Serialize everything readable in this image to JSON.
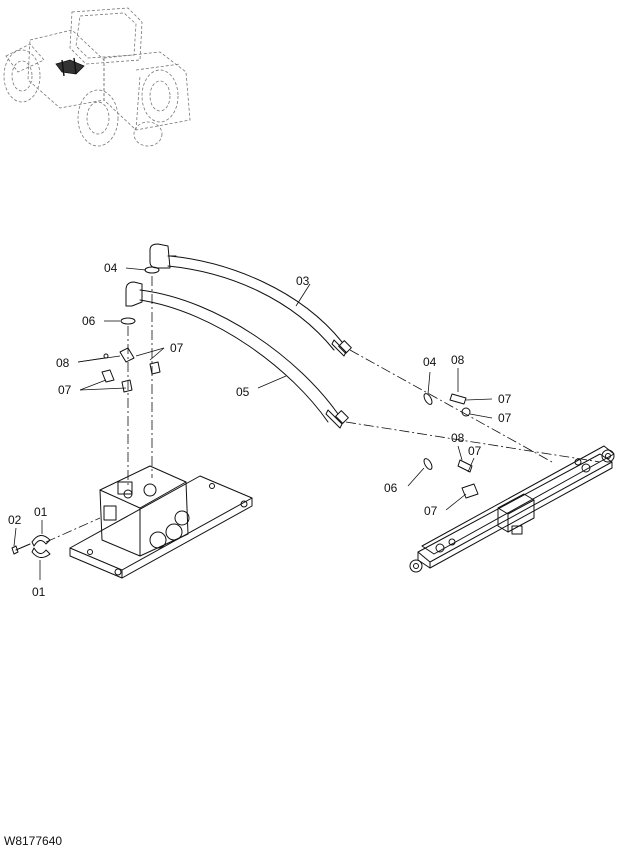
{
  "drawing_id": "W8177640",
  "callouts": {
    "c01a": "01",
    "c01b": "01",
    "c02": "02",
    "c03": "03",
    "c04a": "04",
    "c04b": "04",
    "c05": "05",
    "c06a": "06",
    "c06b": "06",
    "c07a": "07",
    "c07b": "07",
    "c07c": "07",
    "c07d": "07",
    "c07e": "07",
    "c07f": "07",
    "c08a": "08",
    "c08b": "08",
    "c08c": "08"
  }
}
